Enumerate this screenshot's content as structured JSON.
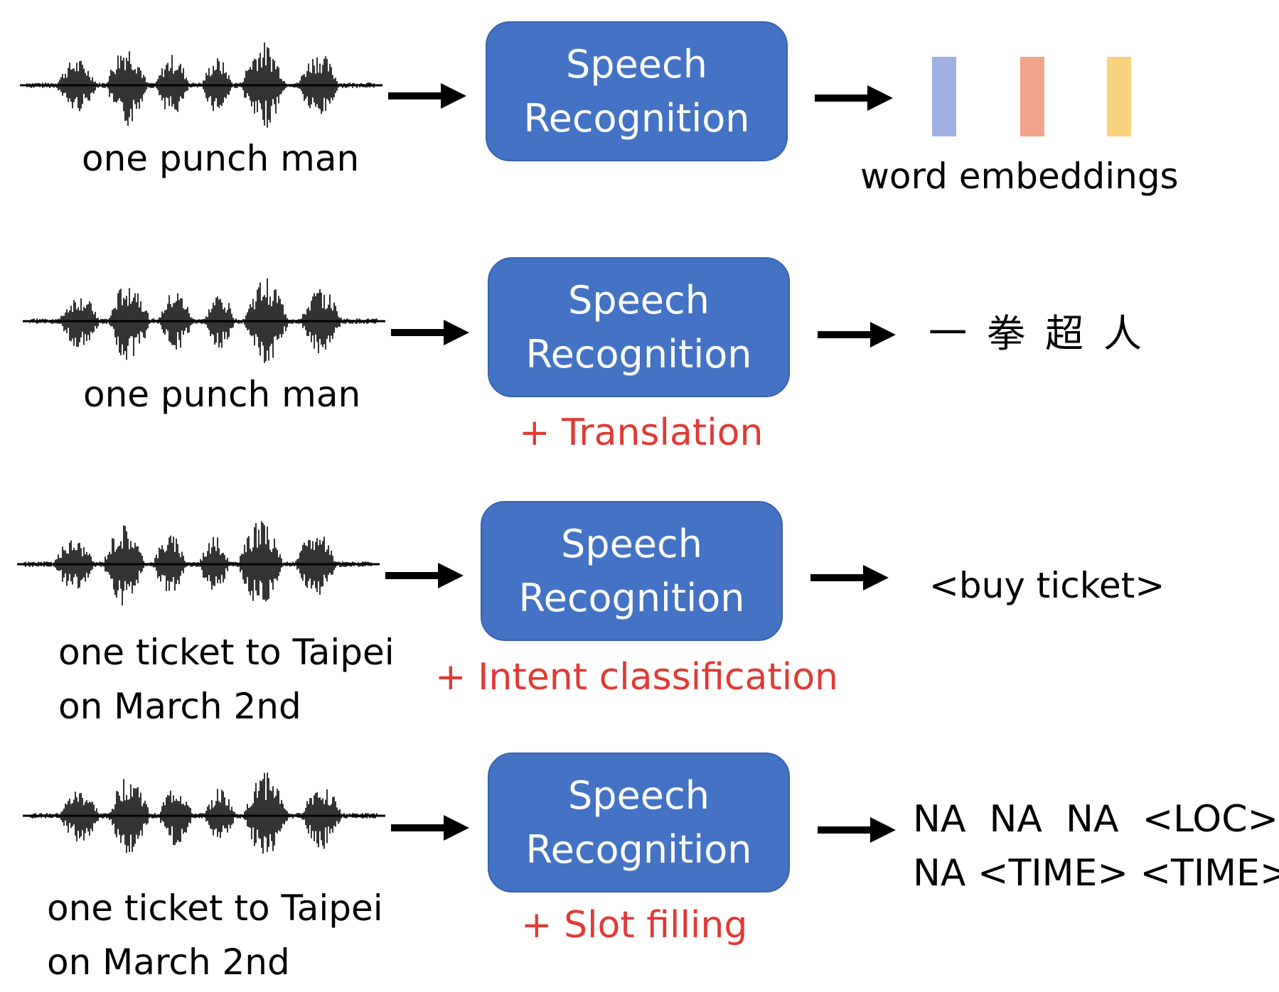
{
  "rows": [
    {
      "caption": [
        "one punch man"
      ],
      "box": [
        "Speech",
        "Recognition"
      ],
      "addon": "",
      "output": [
        "word embeddings"
      ]
    },
    {
      "caption": [
        "one punch man"
      ],
      "box": [
        "Speech",
        "Recognition"
      ],
      "addon": "+ Translation",
      "output": [
        "一拳超人"
      ]
    },
    {
      "caption": [
        "one ticket to Taipei",
        "on March 2nd"
      ],
      "box": [
        "Speech",
        "Recognition"
      ],
      "addon": "+ Intent classification",
      "output": [
        "<buy ticket>"
      ]
    },
    {
      "caption": [
        "one ticket to Taipei",
        "on March 2nd"
      ],
      "box": [
        "Speech",
        "Recognition"
      ],
      "addon": "+ Slot filling",
      "output": [
        "NA  NA  NA  <LOC>",
        "NA <TIME> <TIME>"
      ]
    }
  ],
  "embedding_colors": [
    "#9db0df",
    "#f0a48a",
    "#f8d27c"
  ],
  "colors": {
    "box": "#4472c4",
    "addon": "#e03a34"
  }
}
